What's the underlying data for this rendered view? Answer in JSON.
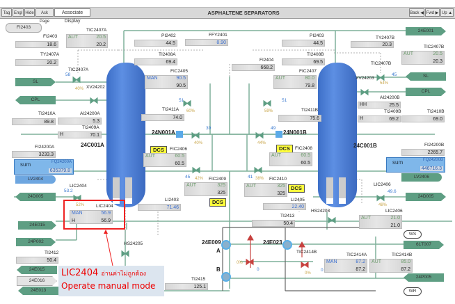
{
  "toolbar": {
    "buttons": [
      "Tag",
      "Engl",
      "Hide",
      "Ack Page",
      "Associate Display"
    ],
    "title": "ASPHALTENE SEPARATORS",
    "nav": [
      "Back ◀",
      "Fwd ▶",
      "Up ▲"
    ]
  },
  "left": {
    "fi2403_tag": "FI2403",
    "fi2403_label": "FI2403",
    "fi2403_value": "18.6",
    "ty2407a_label": "TY2407A",
    "ty2407a_value": "20.2",
    "tic2407a_label": "TIC2407A",
    "tic2407a_mode": "AUT",
    "tic2407a_sp": "20.5",
    "tic2407a_pv": "20.2",
    "tic2407a_valve_label": "TIC2407A",
    "tic2407a_out": "58",
    "tic2407a_pct": "40%",
    "xv24202": "XV24202",
    "sl": "SL",
    "cpl": "CPL",
    "ti2410a_label": "TI2410A",
    "ti2410a_value": "89.8",
    "ai24200a_label": "AI24200A",
    "ai24200a_value": "5.3",
    "ti2409a_label": "TI2409A",
    "ti2409a_flag": "H",
    "ti2409a_value": "70.1",
    "vessel_a": "24C001A",
    "fi24200a_label": "FI24200A",
    "fi24200a_value": "3233.3",
    "sum_label": "sum",
    "fq24200a_label": "FQ24200A",
    "fq24200a_value": "635379.8",
    "lv2404": "LV2404",
    "lic2404_valve_label": "LIC2404",
    "lic2404_out": "53.2",
    "lic2404_pct": "52%",
    "d005": "24D005",
    "lic2404_label": "LIC2404",
    "lic2404_mode": "MAN",
    "lic2404_sp": "56.9",
    "lic2404_flag": "H",
    "lic2404_pv": "56.9",
    "e015a": "24E015",
    "p002": "24P002",
    "ti2412_label": "TI2412",
    "ti2412_value": "50.4",
    "e015b": "24E015",
    "e016": "24E016",
    "e013": "24E013",
    "hs24205": "HS24205"
  },
  "center": {
    "pi2402_label": "PI2402",
    "pi2402_value": "44.5",
    "ffy2401_label": "FFY2401",
    "ffy2401_value": "8.90",
    "pi2403_label": "PI2403",
    "pi2403_value": "44.5",
    "ti2408a_label": "TI2408A",
    "ti2408a_value": "69.4",
    "ti2408b_label": "TI2408B",
    "ti2408b_value": "69.5",
    "fi2404_label": "FI2404",
    "fi2404_value": "668.2",
    "fic2405_label": "FIC2405",
    "fic2405_mode": "MAN",
    "fic2405_sp": "90.5",
    "fic2405_pv": "90.5",
    "fic2407_label": "FIC2407",
    "fic2407_mode": "AUT",
    "fic2407_sp": "80.0",
    "fic2407_pv": "79.8",
    "v1_out": "51",
    "v1_pct": "60%",
    "v2_out": "51",
    "v2_pct": "59%",
    "ti2411a_label": "TI2411A",
    "ti2411a_value": "74.0",
    "ti2411b_label": "TI2411B",
    "ti2411b_value": "75.6",
    "n001a": "24N001A",
    "n001b": "24N001B",
    "v3_out": "39",
    "v3_pct": "40%",
    "v4_out": "49",
    "v4_pct": "44%",
    "dcs": "DCS",
    "fic2406_label": "FIC2406",
    "fic2406_mode": "AUT",
    "fic2406_sp": "60.5",
    "fic2406_pv": "60.5",
    "fic2408_label": "FIC2408",
    "fic2408_mode": "AUT",
    "fic2408_sp": "60.5",
    "fic2408_pv": "60.5",
    "v5_out": "45",
    "v5_pct": "42%",
    "v6_out": "41",
    "v6_pct": "38%",
    "fic2409_label": "FIC2409",
    "fic2409_mode": "AUT",
    "fic2409_sp": "325",
    "fic2409_pv": "325",
    "fic2410_label": "FIC2410",
    "fic2410_mode": "AUT",
    "fic2410_sp": "325",
    "fic2410_pv": "325",
    "li2403_label": "LI2403",
    "li2403_value": "71.46",
    "li2405_label": "LI2405",
    "li2405_value": "22.40",
    "ti2413_label": "TI2413",
    "ti2413_value": "50.4",
    "e009": "24E009",
    "e023": "24E023",
    "a": "A",
    "b": "B",
    "ti2415_label": "TI2415",
    "ti2415_value": "125.1",
    "tv_pct": "0%",
    "tv_out": "0"
  },
  "right": {
    "e001": "24E001",
    "ty2407b_label": "TY2407B",
    "ty2407b_value": "20.3",
    "tic2407b_label": "TIC2407B",
    "tic2407b_mode": "AUT",
    "tic2407b_sp": "20.5",
    "tic2407b_pv": "20.3",
    "tic2407b_valve_label": "TIC2407B",
    "tic2407b_out": "45",
    "tic2407b_pct": "54%",
    "xv24203": "XV24203",
    "sl": "SL",
    "cpl": "CPL",
    "ai24200b_label": "AI24200B",
    "ai24200b_flag": "HH",
    "ai24200b_value": "25.5",
    "ti2409b_label": "TI2409B",
    "ti2409b_flag": "H",
    "ti2409b_value": "69.2",
    "ti2410b_label": "TI2410B",
    "ti2410b_value": "69.0",
    "vessel_b": "24C001B",
    "fi24200b_label": "FI24200B",
    "fi24200b_value": "2265.7",
    "sum_label": "sum",
    "fq24200b_label": "FQ24200B",
    "fq24200b_value": "446716.3",
    "lv2406": "LV2406",
    "lic2406_valve_label": "LIC2406",
    "lic2406_out": "49.6",
    "lic2406_pct": "48%",
    "d005": "24D005",
    "hs24208": "HS24208",
    "lic2406_label": "LIC2406",
    "lic2406_mode": "AUT",
    "lic2406_sp": "21.0",
    "lic2406_pv": "21.0",
    "ws": "WS",
    "st007": "61T007",
    "tic2414b_valve_label": "TIC2414B",
    "tv_pct": "0%",
    "tv_out": "0",
    "tic2414a_label": "TIC2414A",
    "tic2414a_mode": "MAN",
    "tic2414a_sp": "87.2",
    "tic2414a_pv": "87.2",
    "tic2414b_label": "TIC2414B",
    "tic2414b_mode": "AUT",
    "tic2414b_sp": "85.0",
    "tic2414b_pv": "87.2",
    "p005": "24P005",
    "wr": "WR"
  },
  "annotation": {
    "line1_tag": "LIC2404",
    "line1_thai": "อ่านค่าไม่ถูกต้อง",
    "line2": "Operate manual mode"
  }
}
